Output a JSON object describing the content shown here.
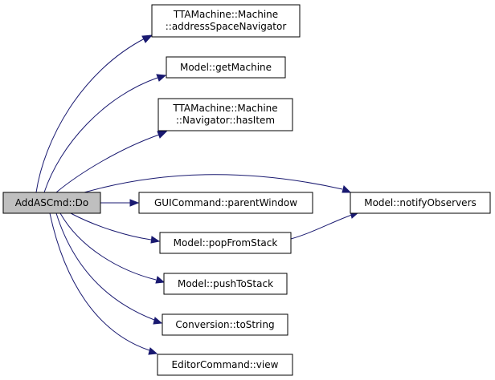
{
  "diagram": {
    "type": "call-graph",
    "colors": {
      "edge": "#191970",
      "root_fill": "#bfbfbf",
      "node_fill": "#ffffff",
      "border": "#000000"
    },
    "root": {
      "id": "do",
      "lines": [
        "AddASCmd::Do"
      ]
    },
    "nodes": [
      {
        "id": "asn",
        "lines": [
          "TTAMachine::Machine",
          "::addressSpaceNavigator"
        ]
      },
      {
        "id": "getm",
        "lines": [
          "Model::getMachine"
        ]
      },
      {
        "id": "hasitem",
        "lines": [
          "TTAMachine::Machine",
          "::Navigator::hasItem"
        ]
      },
      {
        "id": "parent",
        "lines": [
          "GUICommand::parentWindow"
        ]
      },
      {
        "id": "notify",
        "lines": [
          "Model::notifyObservers"
        ]
      },
      {
        "id": "pop",
        "lines": [
          "Model::popFromStack"
        ]
      },
      {
        "id": "push",
        "lines": [
          "Model::pushToStack"
        ]
      },
      {
        "id": "tostr",
        "lines": [
          "Conversion::toString"
        ]
      },
      {
        "id": "view",
        "lines": [
          "EditorCommand::view"
        ]
      }
    ],
    "edges": [
      {
        "from": "do",
        "to": "asn"
      },
      {
        "from": "do",
        "to": "getm"
      },
      {
        "from": "do",
        "to": "hasitem"
      },
      {
        "from": "do",
        "to": "notify"
      },
      {
        "from": "do",
        "to": "parent"
      },
      {
        "from": "do",
        "to": "pop"
      },
      {
        "from": "do",
        "to": "push"
      },
      {
        "from": "do",
        "to": "tostr"
      },
      {
        "from": "do",
        "to": "view"
      },
      {
        "from": "pop",
        "to": "notify"
      }
    ]
  }
}
